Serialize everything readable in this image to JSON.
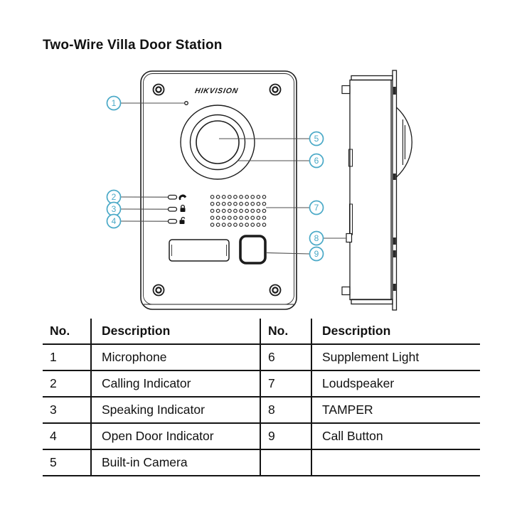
{
  "page": {
    "title": "Two-Wire Villa Door Station"
  },
  "device": {
    "brand_logo": "HIKVISION"
  },
  "diagram": {
    "accent_color": "#4aa9c7",
    "callouts": [
      "1",
      "2",
      "3",
      "4",
      "5",
      "6",
      "7",
      "8",
      "9"
    ]
  },
  "table": {
    "headers": [
      "No.",
      "Description",
      "No.",
      "Description"
    ],
    "rows": [
      {
        "no_left": "1",
        "desc_left": "Microphone",
        "no_right": "6",
        "desc_right": "Supplement Light"
      },
      {
        "no_left": "2",
        "desc_left": "Calling Indicator",
        "no_right": "7",
        "desc_right": "Loudspeaker"
      },
      {
        "no_left": "3",
        "desc_left": "Speaking Indicator",
        "no_right": "8",
        "desc_right": "TAMPER"
      },
      {
        "no_left": "4",
        "desc_left": "Open Door Indicator",
        "no_right": "9",
        "desc_right": "Call Button"
      },
      {
        "no_left": "5",
        "desc_left": "Built-in Camera",
        "no_right": "",
        "desc_right": ""
      }
    ]
  }
}
